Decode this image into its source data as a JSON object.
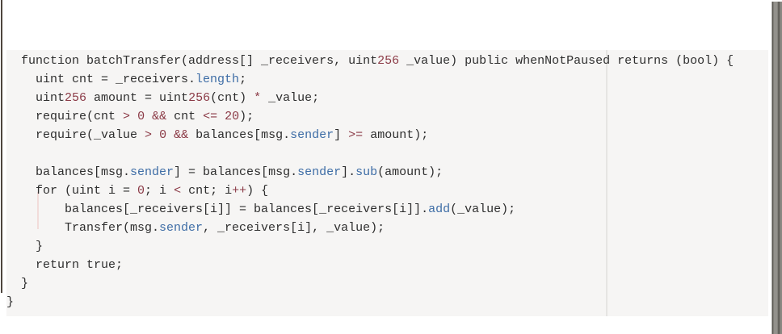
{
  "window": {
    "background": "#ffffff",
    "left_border_color": "#4e463e",
    "scrollbar_gradient": [
      "#ffffff",
      "#45433d",
      "#93918c",
      "#55534d",
      "#8a8883"
    ]
  },
  "editor": {
    "background": "#f6f5f4",
    "ruler_color": "#e6e5e3",
    "indent_guide_color": "#f2dcda",
    "syntax_colors": {
      "plain": "#2e2e2e",
      "member": "#3e6da6",
      "num": "#8b3a46",
      "op": "#8b3a46"
    },
    "lines": [
      {
        "segments": [
          {
            "t": "  function batchTransfer(address[] _receivers, uint",
            "c": "plain"
          },
          {
            "t": "256",
            "c": "num"
          },
          {
            "t": " _value) public whenNotPaused returns (bool) {",
            "c": "plain"
          }
        ]
      },
      {
        "segments": [
          {
            "t": "    uint cnt = _receivers.",
            "c": "plain"
          },
          {
            "t": "length",
            "c": "member"
          },
          {
            "t": ";",
            "c": "plain"
          }
        ]
      },
      {
        "segments": [
          {
            "t": "    uint",
            "c": "plain"
          },
          {
            "t": "256",
            "c": "num"
          },
          {
            "t": " amount = uint",
            "c": "plain"
          },
          {
            "t": "256",
            "c": "num"
          },
          {
            "t": "(cnt) ",
            "c": "plain"
          },
          {
            "t": "*",
            "c": "op"
          },
          {
            "t": " _value;",
            "c": "plain"
          }
        ]
      },
      {
        "segments": [
          {
            "t": "    require(cnt ",
            "c": "plain"
          },
          {
            "t": ">",
            "c": "op"
          },
          {
            "t": " ",
            "c": "plain"
          },
          {
            "t": "0",
            "c": "num"
          },
          {
            "t": " ",
            "c": "plain"
          },
          {
            "t": "&&",
            "c": "op"
          },
          {
            "t": " cnt ",
            "c": "plain"
          },
          {
            "t": "<=",
            "c": "op"
          },
          {
            "t": " ",
            "c": "plain"
          },
          {
            "t": "20",
            "c": "num"
          },
          {
            "t": ");",
            "c": "plain"
          }
        ]
      },
      {
        "segments": [
          {
            "t": "    require(_value ",
            "c": "plain"
          },
          {
            "t": ">",
            "c": "op"
          },
          {
            "t": " ",
            "c": "plain"
          },
          {
            "t": "0",
            "c": "num"
          },
          {
            "t": " ",
            "c": "plain"
          },
          {
            "t": "&&",
            "c": "op"
          },
          {
            "t": " balances[msg.",
            "c": "plain"
          },
          {
            "t": "sender",
            "c": "member"
          },
          {
            "t": "] ",
            "c": "plain"
          },
          {
            "t": ">=",
            "c": "op"
          },
          {
            "t": " amount);",
            "c": "plain"
          }
        ]
      },
      {
        "segments": []
      },
      {
        "segments": [
          {
            "t": "    balances[msg.",
            "c": "plain"
          },
          {
            "t": "sender",
            "c": "member"
          },
          {
            "t": "] = balances[msg.",
            "c": "plain"
          },
          {
            "t": "sender",
            "c": "member"
          },
          {
            "t": "].",
            "c": "plain"
          },
          {
            "t": "sub",
            "c": "member"
          },
          {
            "t": "(amount);",
            "c": "plain"
          }
        ]
      },
      {
        "segments": [
          {
            "t": "    for (uint i = ",
            "c": "plain"
          },
          {
            "t": "0",
            "c": "num"
          },
          {
            "t": "; i ",
            "c": "plain"
          },
          {
            "t": "<",
            "c": "op"
          },
          {
            "t": " cnt; i",
            "c": "plain"
          },
          {
            "t": "++",
            "c": "op"
          },
          {
            "t": ") {",
            "c": "plain"
          }
        ]
      },
      {
        "segments": [
          {
            "t": "        balances[_receivers[i]] = balances[_receivers[i]].",
            "c": "plain"
          },
          {
            "t": "add",
            "c": "member"
          },
          {
            "t": "(_value);",
            "c": "plain"
          }
        ]
      },
      {
        "segments": [
          {
            "t": "        Transfer(msg.",
            "c": "plain"
          },
          {
            "t": "sender",
            "c": "member"
          },
          {
            "t": ", _receivers[i], _value);",
            "c": "plain"
          }
        ]
      },
      {
        "segments": [
          {
            "t": "    }",
            "c": "plain"
          }
        ]
      },
      {
        "segments": [
          {
            "t": "    return true;",
            "c": "plain"
          }
        ]
      },
      {
        "segments": [
          {
            "t": "  }",
            "c": "plain"
          }
        ]
      },
      {
        "segments": [
          {
            "t": "}",
            "c": "plain"
          }
        ]
      }
    ]
  }
}
